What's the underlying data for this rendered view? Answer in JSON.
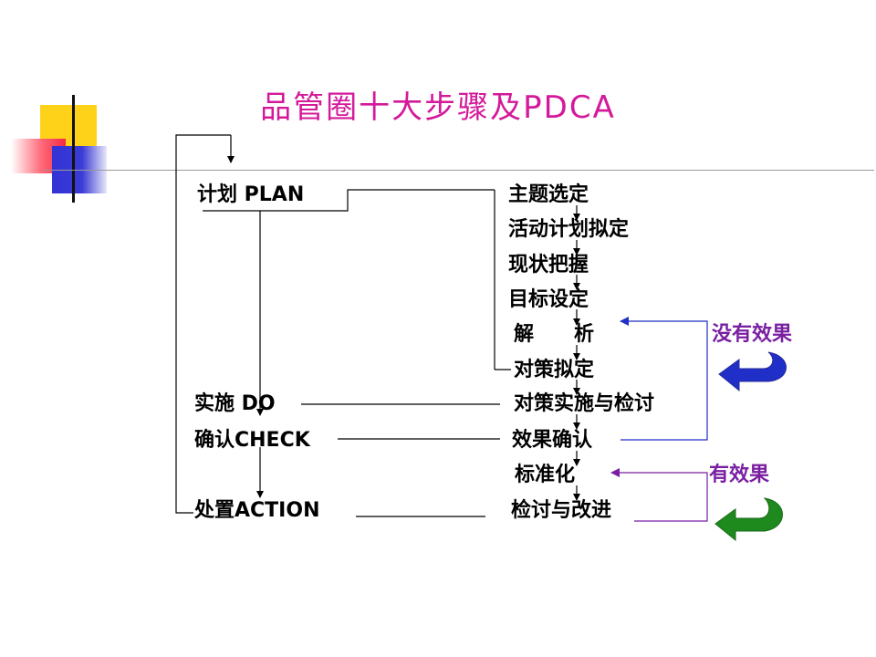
{
  "title": "品管圈十大步骤及PDCA",
  "phases": {
    "plan": "计划 PLAN",
    "do": "实施 DO",
    "check": "确认CHECK",
    "action": "处置ACTION"
  },
  "steps": [
    "主题选定",
    "活动计划拟定",
    "现状把握",
    "目标设定",
    "解　　析",
    "对策拟定",
    "对策实施与检讨",
    "效果确认",
    "标准化",
    "检讨与改进"
  ],
  "feedback": {
    "no_effect": "没有效果",
    "effective": "有效果"
  },
  "colors": {
    "title": "#d4199a",
    "no_effect": "#7a1fa2",
    "effective": "#7a1fa2",
    "blue_arrow": "#1f2fc7",
    "green_arrow": "#1e8a1e"
  },
  "icons": {
    "no_effect_arrow": "curved-arrow-left-icon",
    "effective_arrow": "curved-arrow-left-icon"
  }
}
